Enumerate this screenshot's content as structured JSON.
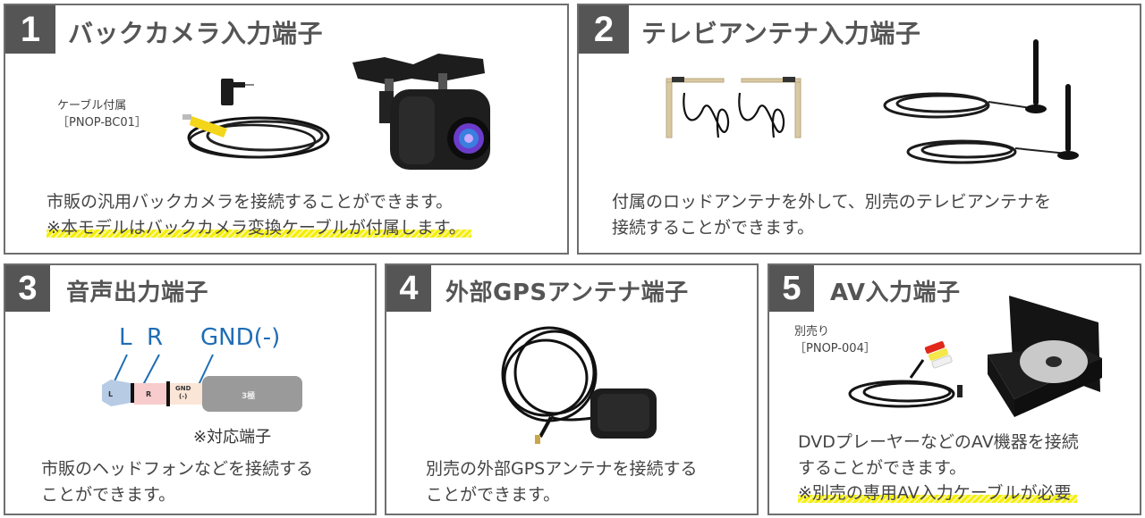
{
  "panels": [
    {
      "number": "1",
      "title": "バックカメラ入力端子",
      "note": [
        "ケーブル付属",
        "［PNOP-BC01］"
      ],
      "images": [
        "rca-conversion-cable",
        "rear-view-camera"
      ],
      "body": [
        "市販の汎用バックカメラを接続することができます。"
      ],
      "highlight": "※本モデルはバックカメラ変換ケーブルが付属します。"
    },
    {
      "number": "2",
      "title": "テレビアンテナ入力端子",
      "images": [
        "film-antennas",
        "rod-antennas"
      ],
      "body": [
        "付属のロッドアンテナを外して、別売のテレビアンテナを",
        "接続することができます。"
      ]
    },
    {
      "number": "3",
      "title": "音声出力端子",
      "diagram": {
        "labels": [
          "L",
          "R",
          "GND(-)"
        ],
        "segments": [
          "L",
          "R",
          "GND",
          "(-)",
          "3極"
        ],
        "caption": "※対応端子",
        "label_color": "#1f6db5"
      },
      "body": [
        "市販のヘッドフォンなどを接続する",
        "ことができます。"
      ]
    },
    {
      "number": "4",
      "title": "外部GPSアンテナ端子",
      "images": [
        "gps-antenna"
      ],
      "body": [
        "別売の外部GPSアンテナを接続する",
        "ことができます。"
      ]
    },
    {
      "number": "5",
      "title": "AV入力端子",
      "note": [
        "別売り",
        "［PNOP-004］"
      ],
      "images": [
        "av-input-cable",
        "dvd-player"
      ],
      "body": [
        "DVDプレーヤーなどのAV機器を接続",
        "することができます。"
      ],
      "highlight": "※別売の専用AV入力ケーブルが必要"
    }
  ],
  "colors": {
    "border": "#6e6e6e",
    "number_bg": "#555555",
    "title_text": "#555555",
    "body_text": "#444444",
    "highlight": "#f4ef00",
    "diagram_label": "#1f6db5"
  }
}
